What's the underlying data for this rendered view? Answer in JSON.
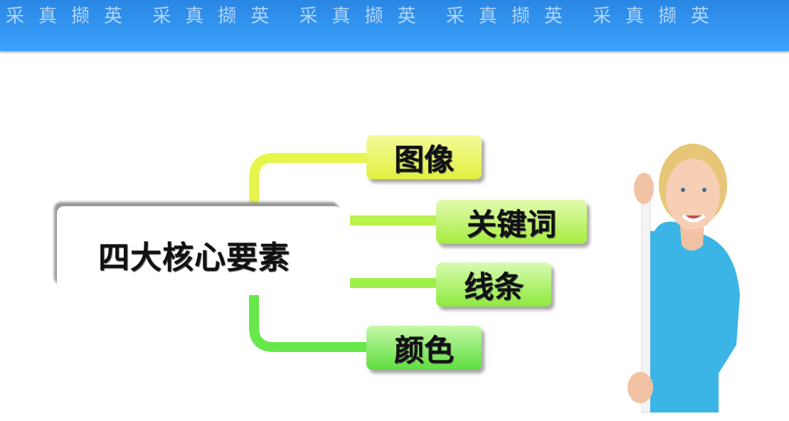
{
  "header": {
    "seal_text": "采真撷英 采真撷英 采真撷英 采真撷英 采真撷英"
  },
  "diagram": {
    "center": "四大核心要素",
    "branches": [
      {
        "label": "图像",
        "color": "#e6f54a"
      },
      {
        "label": "关键词",
        "color": "#b8f24a"
      },
      {
        "label": "线条",
        "color": "#a0f04a"
      },
      {
        "label": "颜色",
        "color": "#66e84a"
      }
    ]
  }
}
